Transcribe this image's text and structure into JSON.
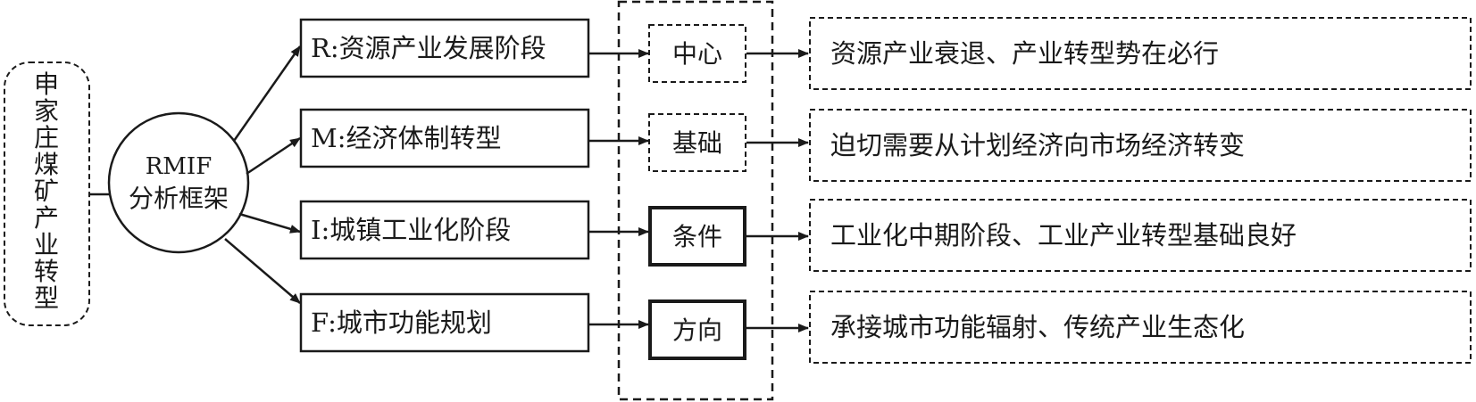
{
  "colors": {
    "ink": "#1a1a1a",
    "background": "#ffffff"
  },
  "left_label": [
    "申",
    "家",
    "庄",
    "煤",
    "矿",
    "产",
    "业",
    "转",
    "型"
  ],
  "circle": {
    "line1": "RMIF",
    "line2": "分析框架"
  },
  "stages": [
    {
      "label": "R:资源产业发展阶段"
    },
    {
      "label": "M:经济体制转型"
    },
    {
      "label": "I:城镇工业化阶段"
    },
    {
      "label": "F:城市功能规划"
    }
  ],
  "roles": [
    {
      "label": "中心",
      "style": "dashed"
    },
    {
      "label": "基础",
      "style": "dashed"
    },
    {
      "label": "条件",
      "style": "bold"
    },
    {
      "label": "方向",
      "style": "bold"
    }
  ],
  "outcomes": [
    {
      "label": "资源产业衰退、产业转型势在必行"
    },
    {
      "label": "迫切需要从计划经济向市场经济转变"
    },
    {
      "label": "工业化中期阶段、工业产业转型基础良好"
    },
    {
      "label": "承接城市功能辐射、传统产业生态化"
    }
  ]
}
